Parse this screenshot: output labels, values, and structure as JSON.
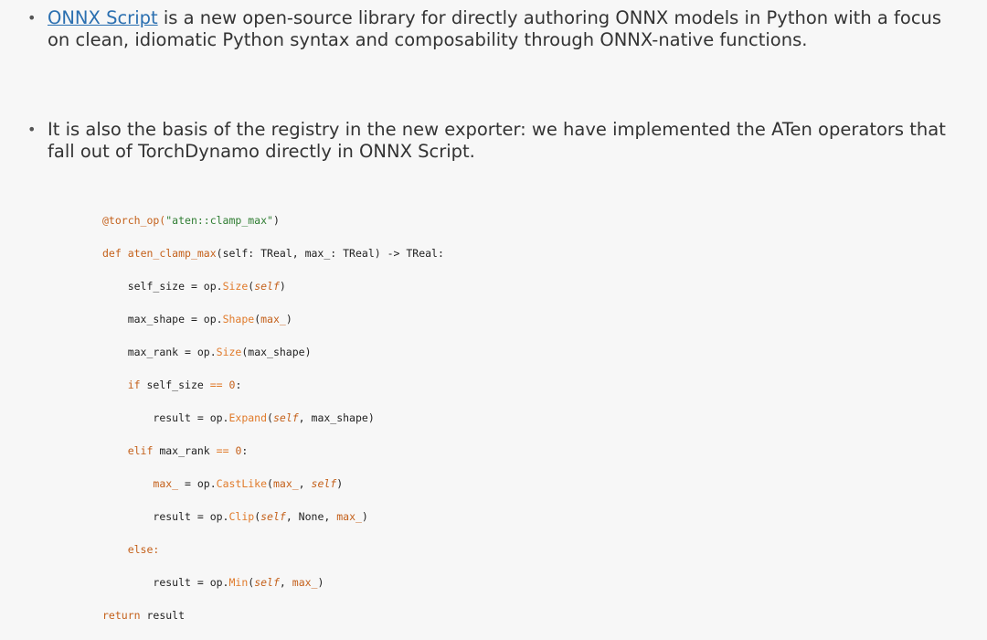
{
  "bullets": [
    {
      "link_text": "ONNX Script",
      "text": " is a new open-source library for directly authoring ONNX models in Python with a focus on clean, idiomatic Python syntax and composability through ONNX-native functions."
    },
    {
      "text": "It is also the basis of the registry in the new exporter: we have implemented the ATen operators that fall out of TorchDynamo directly in ONNX Script."
    }
  ],
  "code": {
    "decorator": "@torch_op(",
    "decorator_arg": "\"aten::clamp_max\"",
    "decorator_close": ")",
    "def_kw": "def",
    "func_name": "aten_clamp_max",
    "signature": "(self: TReal, max_: TReal) -> TReal:",
    "l3a": "self_size = op.",
    "l3b": "Size",
    "l3c": "(",
    "l3d": "self",
    "l3e": ")",
    "l4a": "max_shape = op.",
    "l4b": "Shape",
    "l4c": "(",
    "l4d": "max_",
    "l4e": ")",
    "l5a": "max_rank = op.",
    "l5b": "Size",
    "l5c": "(max_shape)",
    "if_kw": "if",
    "l6a": " self_size ",
    "l6b": "==",
    "l6c": "0",
    "l6d": ":",
    "l7a": "result = op.",
    "l7b": "Expand",
    "l7c": "(",
    "l7d": "self",
    "l7e": ", max_shape)",
    "elif_kw": "elif",
    "l8a": " max_rank ",
    "l8b": "==",
    "l8c": "0",
    "l8d": ":",
    "l9a": "max_",
    "l9b": " = op.",
    "l9c": "CastLike",
    "l9d": "(",
    "l9e": "max_",
    "l9f": ", ",
    "l9g": "self",
    "l9h": ")",
    "l10a": "result = op.",
    "l10b": "Clip",
    "l10c": "(",
    "l10d": "self",
    "l10e": ", None, ",
    "l10f": "max_",
    "l10g": ")",
    "else_kw": "else:",
    "l12a": "result = op.",
    "l12b": "Min",
    "l12c": "(",
    "l12d": "self",
    "l12e": ", ",
    "l12f": "max_",
    "l12g": ")",
    "return_kw": "return",
    "l13b": " result"
  }
}
